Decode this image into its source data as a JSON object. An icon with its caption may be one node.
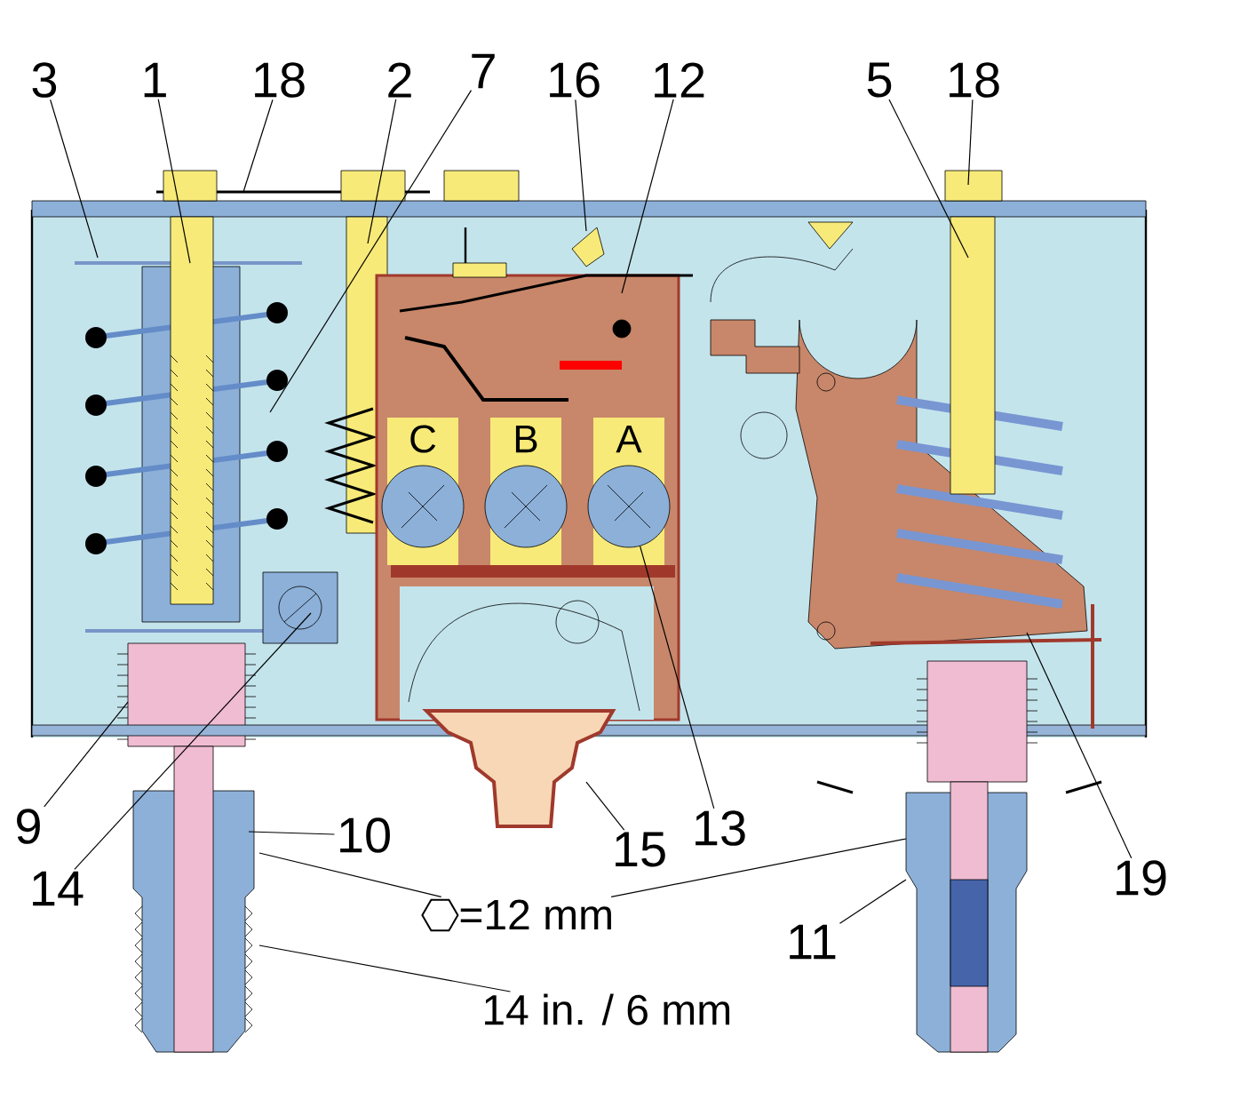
{
  "diagram": {
    "nodes": [
      {
        "text": [
          "3"
        ]
      },
      {
        "text": [
          "1"
        ]
      },
      {
        "text": [
          "18"
        ]
      },
      {
        "text": [
          "2"
        ]
      },
      {
        "text": [
          "7"
        ]
      },
      {
        "text": [
          "16"
        ]
      },
      {
        "text": [
          "12"
        ]
      },
      {
        "text": [
          "5"
        ]
      },
      {
        "text": [
          "18"
        ]
      },
      {
        "text": [
          "9"
        ]
      },
      {
        "text": [
          "14"
        ]
      },
      {
        "text": [
          "10"
        ]
      },
      {
        "text": [
          "15"
        ]
      },
      {
        "text": [
          "13"
        ]
      },
      {
        "text": [
          "19"
        ]
      },
      {
        "text": [
          "=12 mm"
        ]
      },
      {
        "text": [
          "11"
        ]
      },
      {
        "text": [
          "14 in. / 6 mm"
        ]
      },
      {
        "text": [],
        "shape": "circle"
      }
    ],
    "edges": [
      {
        "from": 0,
        "to": null,
        "arrow": "none"
      },
      {
        "from": 1,
        "to": null,
        "arrow": "none"
      },
      {
        "from": 2,
        "to": null,
        "arrow": "none"
      },
      {
        "from": 3,
        "to": null,
        "arrow": "none"
      },
      {
        "from": 4,
        "to": null,
        "arrow": "none"
      },
      {
        "from": 5,
        "to": null,
        "arrow": "none"
      },
      {
        "from": 6,
        "to": null,
        "arrow": "none"
      },
      {
        "from": 7,
        "to": null,
        "arrow": "none"
      },
      {
        "from": 8,
        "to": null,
        "arrow": "none"
      },
      {
        "from": 9,
        "to": null,
        "arrow": "none"
      },
      {
        "from": 10,
        "to": null,
        "arrow": "none"
      },
      {
        "from": 11,
        "to": null,
        "arrow": "none"
      },
      {
        "from": 12,
        "to": null,
        "arrow": "none"
      },
      {
        "from": 13,
        "to": 18,
        "arrow": "none"
      },
      {
        "from": 14,
        "to": null,
        "arrow": "none"
      },
      {
        "from": 15,
        "to": null,
        "arrow": "none"
      },
      {
        "from": 15,
        "to": null,
        "arrow": "none"
      },
      {
        "from": 16,
        "to": null,
        "arrow": "none"
      },
      {
        "from": 17,
        "to": null,
        "arrow": "none"
      }
    ],
    "labels": [
      "C",
      "B",
      "A"
    ]
  }
}
